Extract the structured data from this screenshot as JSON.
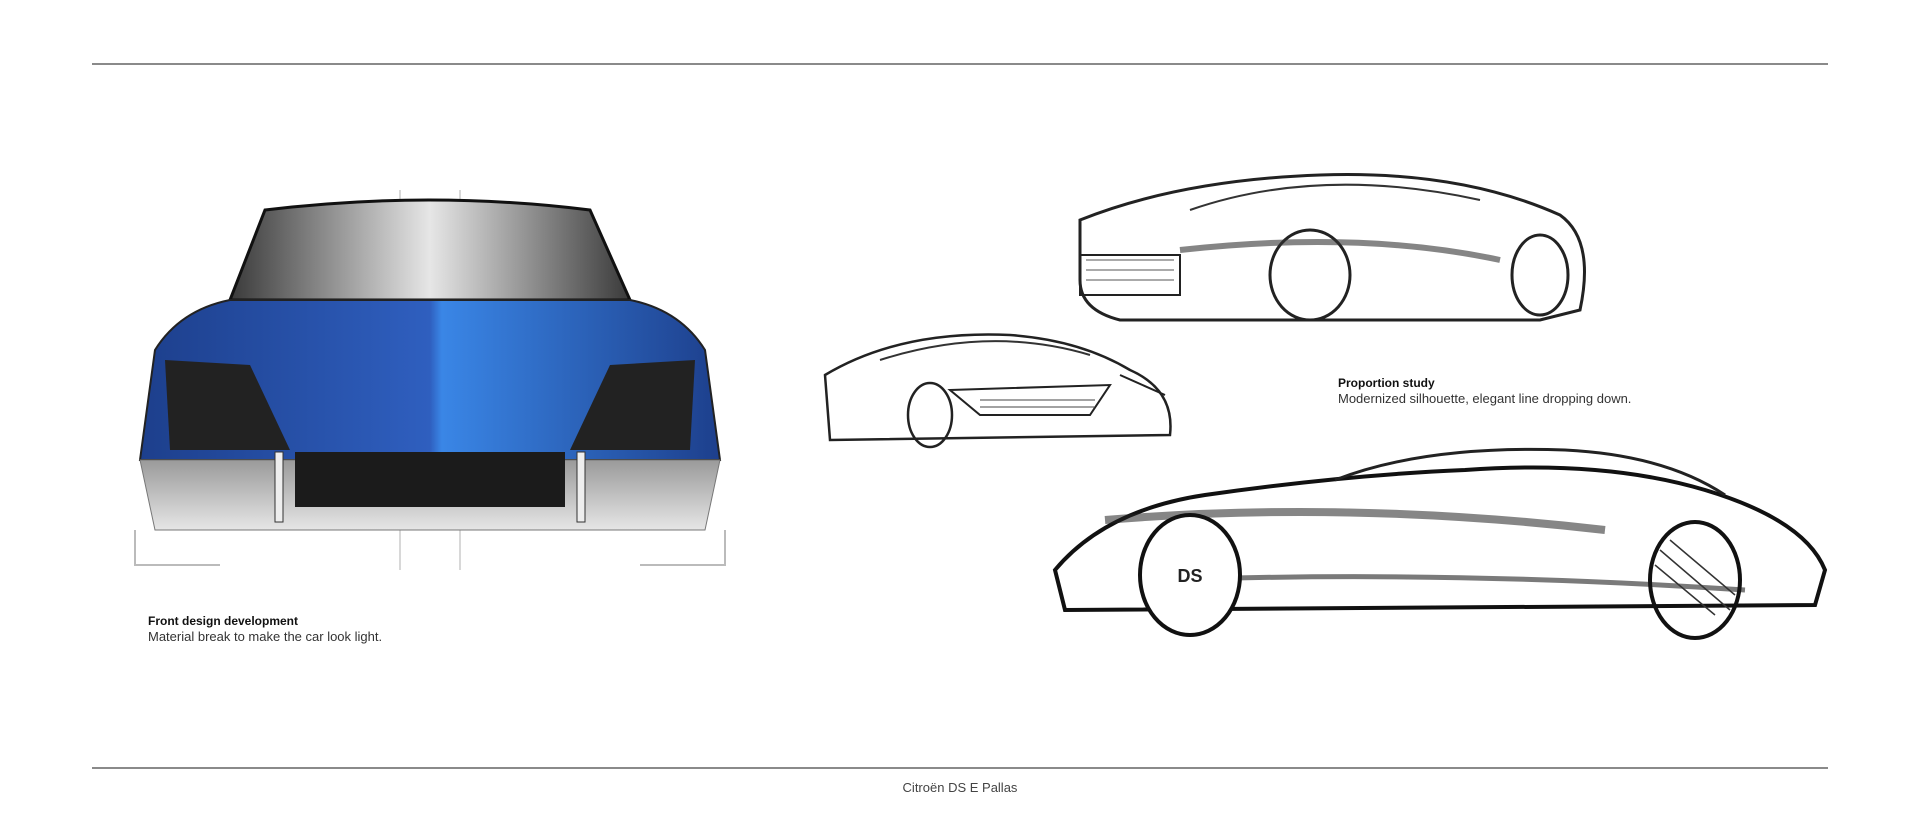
{
  "page": {
    "footer_title": "Citroën DS E Pallas"
  },
  "captions": {
    "front": {
      "title": "Front design development",
      "text": "Material break to make the car look light."
    },
    "proportion": {
      "title": "Proportion study",
      "text": "Modernized silhouette, elegant line dropping down."
    }
  },
  "artwork": {
    "front_render": {
      "label": "blue front view rendering",
      "color": "#2f6fd6"
    },
    "sketch_top": {
      "label": "three-quarter front sketch"
    },
    "sketch_middle": {
      "label": "three-quarter front sketch small"
    },
    "sketch_bottom": {
      "label": "side profile sketch",
      "wheel_badge": "DS"
    }
  }
}
